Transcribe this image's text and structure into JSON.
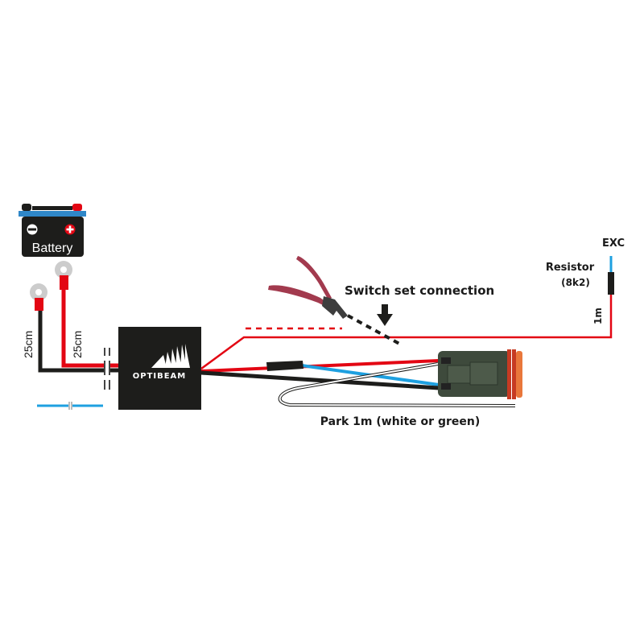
{
  "diagram": {
    "battery": {
      "label": "Battery",
      "negative_icon": "minus-icon",
      "positive_icon": "plus-icon"
    },
    "wires": {
      "negative_length": "25cm",
      "positive_length": "25cm",
      "exc_wire_length": "1m"
    },
    "controller": {
      "brand": "OPTIBEAM",
      "icon": "beam-fan-icon"
    },
    "labels": {
      "switch_set": "Switch set connection",
      "resistor": "Resistor",
      "resistor_value": "(8k2)",
      "exc": "EXC",
      "park": "Park 1m (white or green)"
    },
    "colors": {
      "wire_red": "#e30613",
      "wire_black": "#1d1d1b",
      "wire_blue": "#1ea0e0",
      "battery_band": "#2f87c8",
      "connector_body": "#3e4a3c",
      "connector_seal": "#d9432a",
      "terminal_grey": "#cccccc",
      "plier_handle": "#a23a4e"
    }
  }
}
